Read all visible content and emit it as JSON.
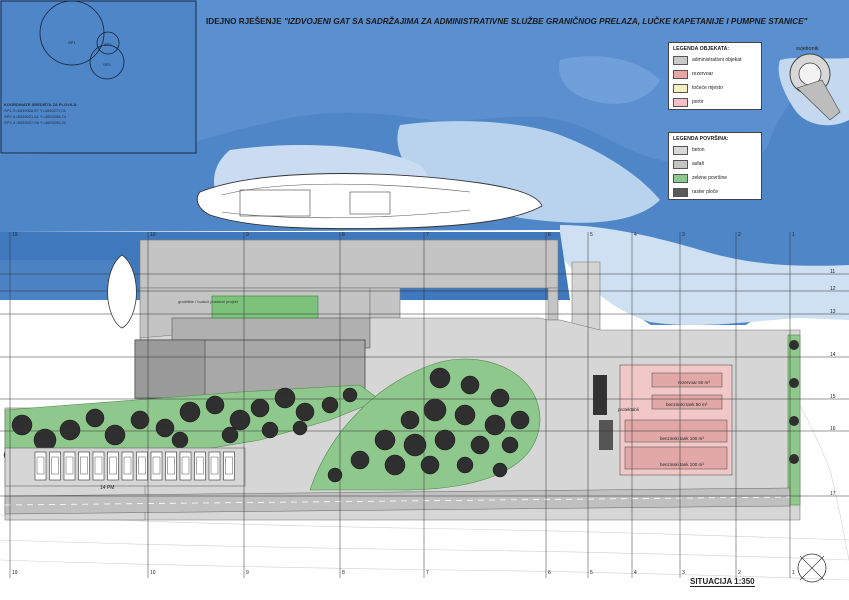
{
  "title": {
    "lead": "IDEJNO RJEŠENJE",
    "project": "\"IZDVOJENI GAT SA SADRŽAJIMA ZA ADMINISTRATIVNE SLUŽBE GRANIČNOG PRELAZA, LUČKE KAPETANIJE I PUMPNE STANICE\""
  },
  "legend_objects": {
    "title": "LEGENDA OBJEKATA:",
    "items": [
      {
        "label": "administrativni objekat"
      },
      {
        "label": "rezervoar"
      },
      {
        "label": "točeće mjesto"
      },
      {
        "label": "portir"
      }
    ]
  },
  "legend_surfaces": {
    "title": "LEGENDA POVRŠINA:",
    "items": [
      {
        "label": "beton"
      },
      {
        "label": "asfalt"
      },
      {
        "label": "zelene površine"
      },
      {
        "label": "raster ploče"
      }
    ]
  },
  "coordinates": {
    "title": "KOORDINATE SREDIŠTA ZA PLOVILA:",
    "rows": [
      "SP1  X=6539026,57  Y=4693272,01",
      "SP2  X=6539031,51  Y=4693258,74",
      "SP3  X=6539037,06  Y=4693256,22"
    ]
  },
  "plan_labels": {
    "lighthouse": "svjetionik",
    "lanterns": "protektabli",
    "tank_1": "rezervoar 50 m³",
    "tank_2": "benzinski tank 50 m³",
    "tank_3": "benzinski tank 100 m³",
    "tank_4": "benzinski tank 100 m³",
    "parking_count": "14 PM"
  },
  "grid_labels_top": [
    "19",
    "10",
    "9",
    "8",
    "7",
    "6",
    "5",
    "4",
    "3",
    "2",
    "1"
  ],
  "grid_labels_right": [
    "11",
    "12",
    "13",
    "14",
    "15",
    "16",
    "17"
  ],
  "scale": "SITUACIJA 1:350"
}
